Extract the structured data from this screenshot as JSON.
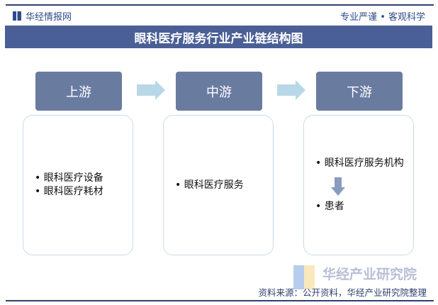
{
  "header": {
    "brand": "华经情报网",
    "slogan": "专业严谨 • 客观科学",
    "title": "眼科医疗服务行业产业链结构图"
  },
  "stages": [
    {
      "label": "上游",
      "items": [
        "眼科医疗设备",
        "眼科医疗耗材"
      ]
    },
    {
      "label": "中游",
      "items": [
        "眼科医疗服务"
      ]
    },
    {
      "label": "下游",
      "items": [
        "眼科医疗服务机构",
        "患者"
      ]
    }
  ],
  "watermark": "华经产业研究院",
  "footer": {
    "source": "资料来源：公开资料，华经产业研究院整理"
  },
  "colors": {
    "title_bg": "#4a5f96",
    "stage_bg": "#6a7ba0",
    "arrow": "#b8d8e8",
    "box_border": "#c8dceb"
  }
}
